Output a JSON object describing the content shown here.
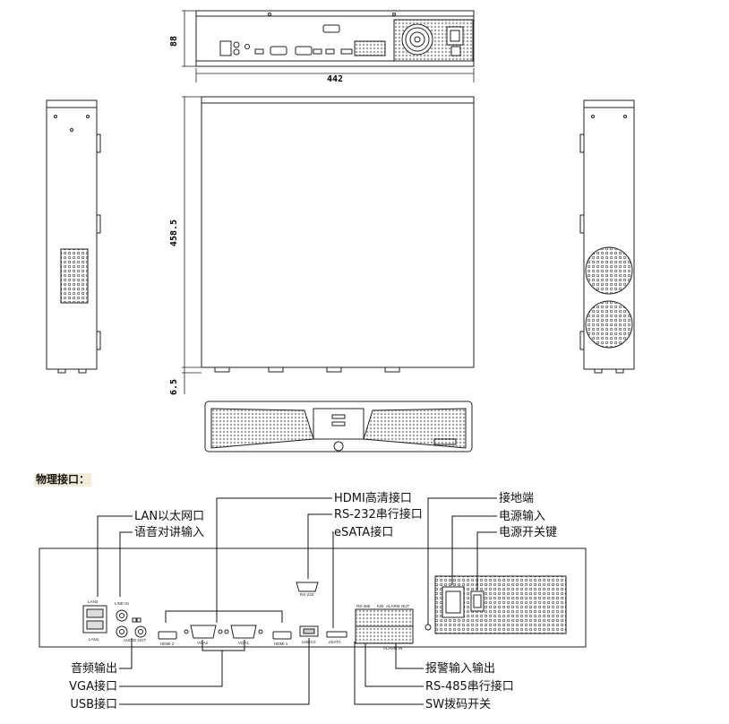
{
  "dimensions": {
    "height": "88",
    "width": "442",
    "depth": "458.5",
    "foot": "6.5"
  },
  "section_title": "物理接口：",
  "port_labels": {
    "lan2": "LAN2",
    "lan1": "LAN1",
    "line_in": "LINE IN",
    "audio_out": "AUDIO OUT",
    "hdmi2": "HDMI 2",
    "vga2": "VGA2",
    "vga1": "VGA1",
    "hdmi1": "HDMI 1",
    "usb": "USB3.0",
    "esata": "eSATA",
    "rs232": "RS-232",
    "rs485": "RS-485",
    "k": "K/B",
    "alarm_out": "ALARM OUT",
    "alarm_in": "ALARM IN"
  },
  "callouts": {
    "hdmi": "HDMI高清接口",
    "rs232": "RS-232串行接口",
    "esata": "eSATA接口",
    "lan": "LAN以太网口",
    "audio_in": "语音对讲输入",
    "ground": "接地端",
    "power_in": "电源输入",
    "power_switch": "电源开关键",
    "audio_out": "音频输出",
    "vga": "VGA接口",
    "usb": "USB接口",
    "alarm": "报警输入输出",
    "rs485": "RS-485串行接口",
    "sw": "SW拨码开关"
  }
}
